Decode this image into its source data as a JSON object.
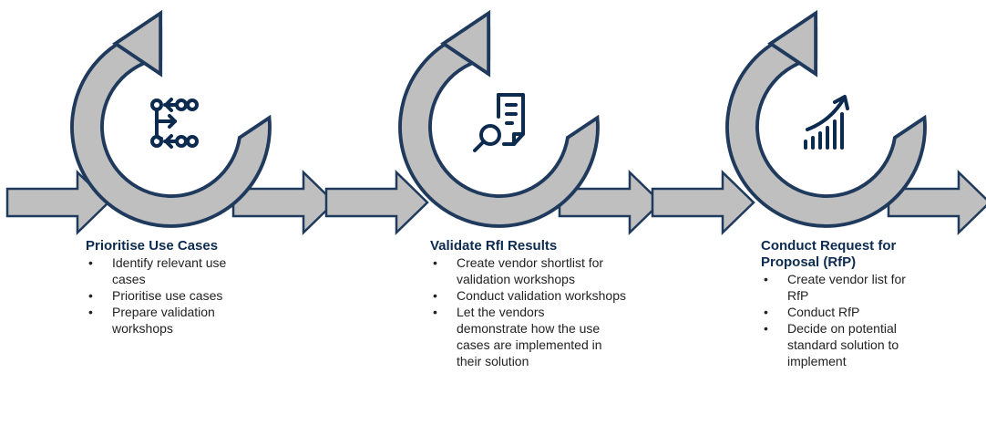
{
  "colors": {
    "cycle_fill": "#bfbfbf",
    "outline": "#1f3a5c",
    "icon": "#0d2a4f",
    "title": "#0d2a4f",
    "text": "#222222"
  },
  "stages": [
    {
      "icon": "workflow-arrows-icon",
      "title": "Prioritise Use Cases",
      "items": [
        "Identify relevant use cases",
        "Prioritise use cases",
        "Prepare validation workshops"
      ]
    },
    {
      "icon": "document-search-icon",
      "title": "Validate RfI Results",
      "items": [
        "Create vendor shortlist for validation workshops",
        "Conduct validation workshops",
        "Let the vendors demonstrate how the use cases are implemented in their solution"
      ]
    },
    {
      "icon": "growth-chart-icon",
      "title": "Conduct Request for Proposal (RfP)",
      "items": [
        "Create vendor list for RfP",
        "Conduct RfP",
        "Decide on potential standard solution to implement"
      ]
    }
  ]
}
